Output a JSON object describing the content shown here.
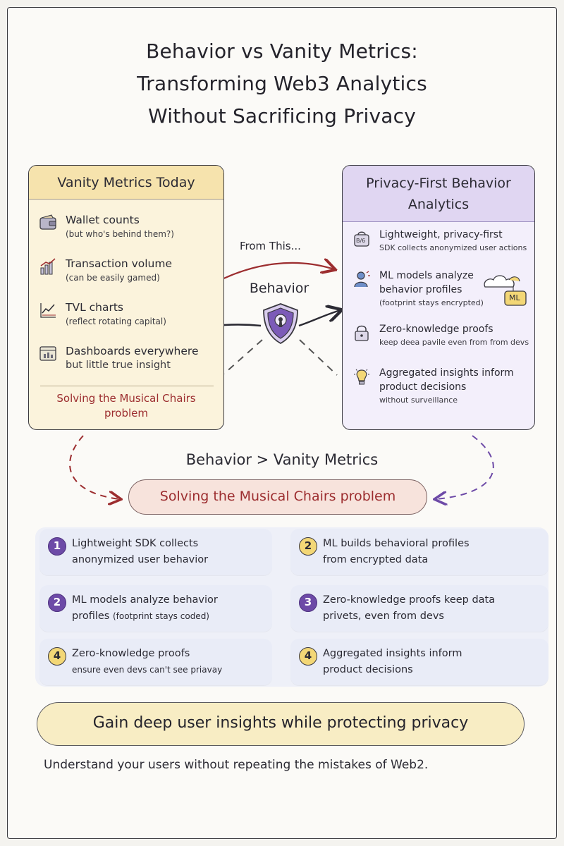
{
  "title": {
    "line1": "Behavior vs Vanity Metrics:",
    "line2": "Transforming Web3 Analytics",
    "line3": "Without Sacrificing Privacy"
  },
  "left_panel": {
    "heading": "Vanity Metrics Today",
    "items": [
      {
        "icon": "wallet-icon",
        "title": "Wallet counts",
        "note": "(but who's behind them?)"
      },
      {
        "icon": "bar-chart-icon",
        "title": "Transaction volume",
        "note": "(can be easily gamed)"
      },
      {
        "icon": "line-chart-icon",
        "title": "TVL charts",
        "note": "(reflect rotating capital)"
      },
      {
        "icon": "dashboard-icon",
        "title": "Dashboards everywhere",
        "note": "but little true insight"
      }
    ],
    "footer_line1": "Solving the Musical Chairs",
    "footer_line2": "problem"
  },
  "right_panel": {
    "heading_line1": "Privacy-First Behavior",
    "heading_line2": "Analytics",
    "items": [
      {
        "icon": "sdk-bag-icon",
        "line1": "Lightweight, privacy-first",
        "line2": "SDK collects anonymized user actions"
      },
      {
        "icon": "user-profile-icon",
        "line1": "ML models analyze",
        "line2": "behavior profiles",
        "note": "(footprint stays encrypted)"
      },
      {
        "icon": "lock-icon",
        "line1": "Zero-knowledge proofs",
        "note": "keep deea pavile even from from devs"
      },
      {
        "icon": "lightbulb-icon",
        "line1": "Aggregated insights inform",
        "line2": "product decisions",
        "note": "without surveillance"
      }
    ],
    "badges": {
      "sdk": "B/6",
      "ml": "ML"
    }
  },
  "center": {
    "from_label": "From This...",
    "behavior_label": "Behavior",
    "shield": "shield-lock-icon"
  },
  "middle": {
    "title": "Behavior > Vanity Metrics",
    "pill": "Solving the Musical Chairs problem"
  },
  "steps": [
    {
      "num": "1",
      "style": "purple",
      "line1": "Lightweight SDK collects",
      "line2": "anonymized user behavior"
    },
    {
      "num": "2",
      "style": "yellow",
      "line1": "ML builds behavioral profiles",
      "line2": "from encrypted data"
    },
    {
      "num": "2",
      "style": "purple",
      "line1": "ML models analyze behavior",
      "line2": "profiles",
      "note": "(footprint stays coded)"
    },
    {
      "num": "3",
      "style": "purple",
      "line1": "Zero-knowledge proofs keep data",
      "line2": "privets, even from devs"
    },
    {
      "num": "4",
      "style": "yellow",
      "line1": "Zero-knowledge proofs",
      "line2": "ensure even devs can't see priavay"
    },
    {
      "num": "4",
      "style": "yellow",
      "line1": "Aggregated insights inform",
      "line2": "product decisions"
    }
  ],
  "banner": "Gain deep user insights while protecting privacy",
  "footer": "Understand your users without repeating the mistakes of Web2.",
  "colors": {
    "accent_red": "#9c2d2f",
    "accent_purple": "#6d4aa7",
    "vanity_panel": "#fbf3dc",
    "privacy_panel": "#f3effb"
  }
}
